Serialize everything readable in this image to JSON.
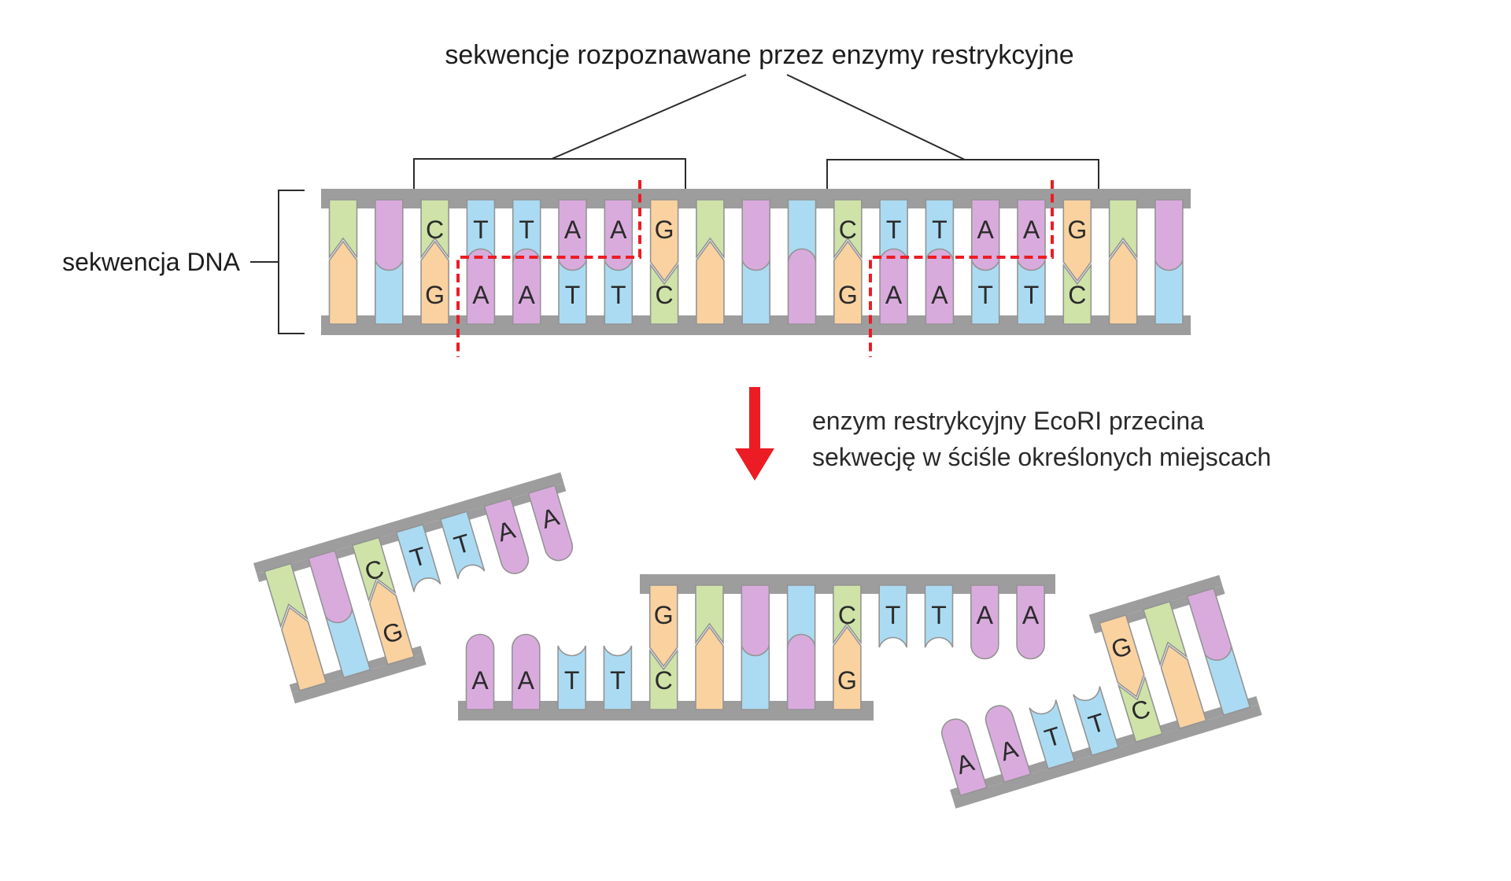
{
  "title": "sekwencje rozpoznawane przez enzymy restrykcyjne",
  "dna_label": "sekwencja DNA",
  "caption": {
    "line1": "enzym restrykcyjny EcoRI przecina",
    "line2": "sekwecję w ściśle określonych miejscach"
  },
  "enzyme": "EcoRI",
  "recognition_site_top": "CTTAAG",
  "recognition_site_bottom": "GAATTC",
  "colors": {
    "green": "#cfe3a9",
    "purple": "#d9abdd",
    "blue": "#abdbf2",
    "orange": "#fad2a0",
    "backbone": "#9d9d9d",
    "outline": "#949494",
    "red": "#ec1c24",
    "ink": "#2b2b2b",
    "letter": "#2b2b2b"
  },
  "main_strand": {
    "columns": [
      {
        "t": "green",
        "tl": "",
        "b": "orange",
        "bl": ""
      },
      {
        "t": "purple",
        "tl": "",
        "b": "blue",
        "bl": ""
      },
      {
        "t": "green",
        "tl": "C",
        "b": "orange",
        "bl": "G"
      },
      {
        "t": "blue",
        "tl": "T",
        "b": "purple",
        "bl": "A"
      },
      {
        "t": "blue",
        "tl": "T",
        "b": "purple",
        "bl": "A"
      },
      {
        "t": "purple",
        "tl": "A",
        "b": "blue",
        "bl": "T"
      },
      {
        "t": "purple",
        "tl": "A",
        "b": "blue",
        "bl": "T"
      },
      {
        "t": "orange",
        "tl": "G",
        "b": "green",
        "bl": "C"
      },
      {
        "t": "green",
        "tl": "",
        "b": "orange",
        "bl": ""
      },
      {
        "t": "purple",
        "tl": "",
        "b": "blue",
        "bl": ""
      },
      {
        "t": "blue",
        "tl": "",
        "b": "purple",
        "bl": ""
      },
      {
        "t": "green",
        "tl": "C",
        "b": "orange",
        "bl": "G"
      },
      {
        "t": "blue",
        "tl": "T",
        "b": "purple",
        "bl": "A"
      },
      {
        "t": "blue",
        "tl": "T",
        "b": "purple",
        "bl": "A"
      },
      {
        "t": "purple",
        "tl": "A",
        "b": "blue",
        "bl": "T"
      },
      {
        "t": "purple",
        "tl": "A",
        "b": "blue",
        "bl": "T"
      },
      {
        "t": "orange",
        "tl": "G",
        "b": "green",
        "bl": "C"
      },
      {
        "t": "green",
        "tl": "",
        "b": "orange",
        "bl": ""
      },
      {
        "t": "purple",
        "tl": "",
        "b": "blue",
        "bl": ""
      }
    ]
  },
  "fragments": [
    {
      "name": "fragment-left",
      "columns": [
        {
          "t": "green",
          "tl": "",
          "b": "orange",
          "bl": ""
        },
        {
          "t": "purple",
          "tl": "",
          "b": "blue",
          "bl": ""
        },
        {
          "t": "green",
          "tl": "C",
          "b": "orange",
          "bl": "G"
        },
        {
          "t": "blue",
          "tl": "T"
        },
        {
          "t": "blue",
          "tl": "T"
        },
        {
          "t": "purple",
          "tl": "A"
        },
        {
          "t": "purple",
          "tl": "A"
        }
      ]
    },
    {
      "name": "fragment-middle",
      "columns": [
        {
          "b": "purple",
          "bl": "A"
        },
        {
          "b": "purple",
          "bl": "A"
        },
        {
          "b": "blue",
          "bl": "T"
        },
        {
          "b": "blue",
          "bl": "T"
        },
        {
          "t": "orange",
          "tl": "G",
          "b": "green",
          "bl": "C"
        },
        {
          "t": "green",
          "tl": "",
          "b": "orange",
          "bl": ""
        },
        {
          "t": "purple",
          "tl": "",
          "b": "blue",
          "bl": ""
        },
        {
          "t": "blue",
          "tl": "",
          "b": "purple",
          "bl": ""
        },
        {
          "t": "green",
          "tl": "C",
          "b": "orange",
          "bl": "G"
        },
        {
          "t": "blue",
          "tl": "T"
        },
        {
          "t": "blue",
          "tl": "T"
        },
        {
          "t": "purple",
          "tl": "A"
        },
        {
          "t": "purple",
          "tl": "A"
        }
      ]
    },
    {
      "name": "fragment-right",
      "columns": [
        {
          "b": "purple",
          "bl": "A"
        },
        {
          "b": "purple",
          "bl": "A"
        },
        {
          "b": "blue",
          "bl": "T"
        },
        {
          "b": "blue",
          "bl": "T"
        },
        {
          "t": "orange",
          "tl": "G",
          "b": "green",
          "bl": "C"
        },
        {
          "t": "green",
          "tl": "",
          "b": "orange",
          "bl": ""
        },
        {
          "t": "purple",
          "tl": "",
          "b": "blue",
          "bl": ""
        }
      ]
    }
  ]
}
